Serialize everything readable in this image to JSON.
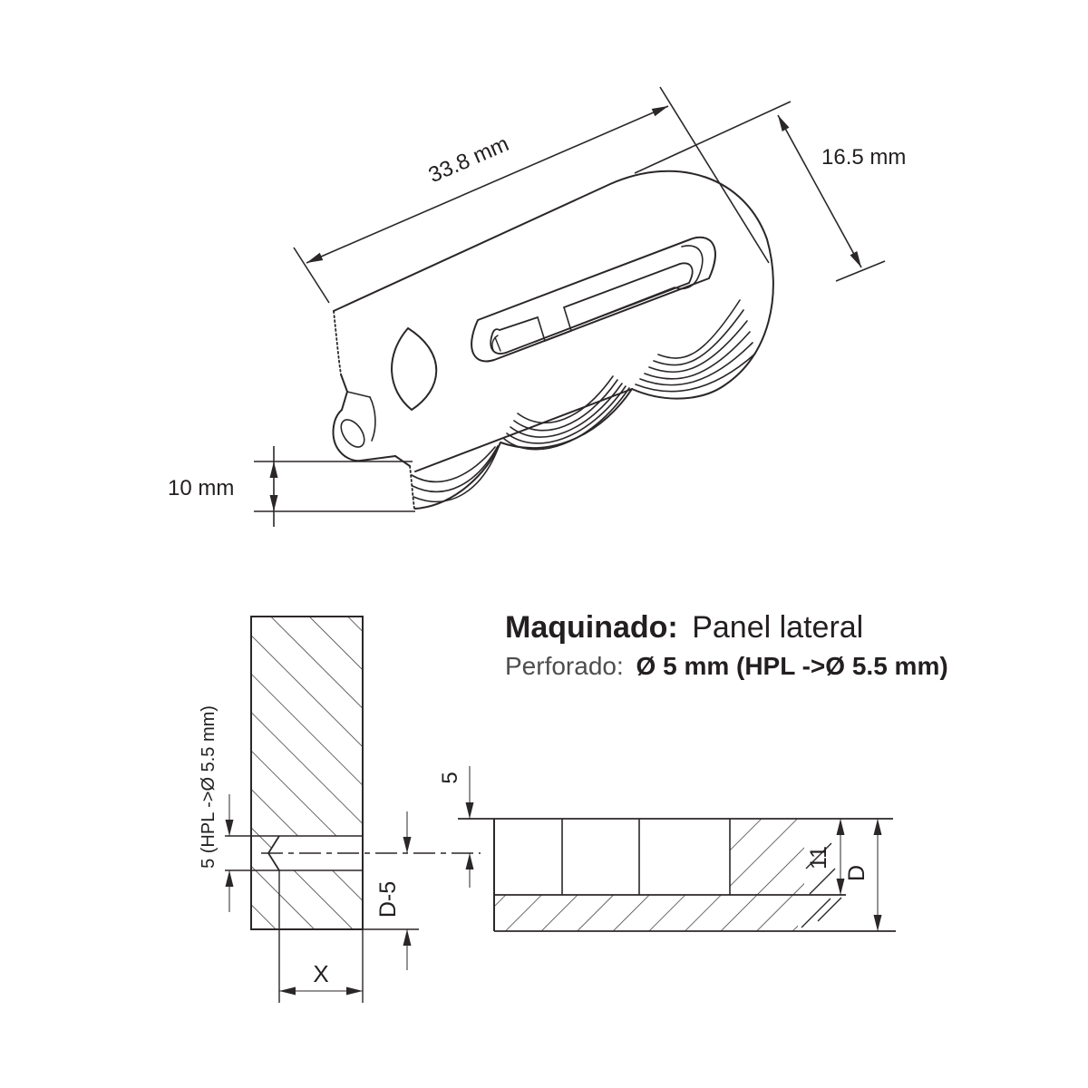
{
  "title": {
    "emphasis": "Maquinado:",
    "text": "Panel lateral"
  },
  "subtitle": {
    "label": "Perforado:",
    "value": "Ø 5 mm (HPL ->Ø 5.5 mm)"
  },
  "iso_view": {
    "dim_length": "33.8 mm",
    "dim_width": "16.5 mm",
    "dim_height": "10 mm"
  },
  "side_section": {
    "dim_hole": "5 (HPL ->Ø 5.5 mm)",
    "dim_offset": "D-5",
    "dim_depth": "X"
  },
  "panel_section": {
    "dim_edge": "5",
    "dim_hole_depth": "11",
    "dim_thickness": "D"
  },
  "colors": {
    "line": "#2b2728",
    "text": "#231f20",
    "subtitle_label": "#4d4d4f"
  }
}
